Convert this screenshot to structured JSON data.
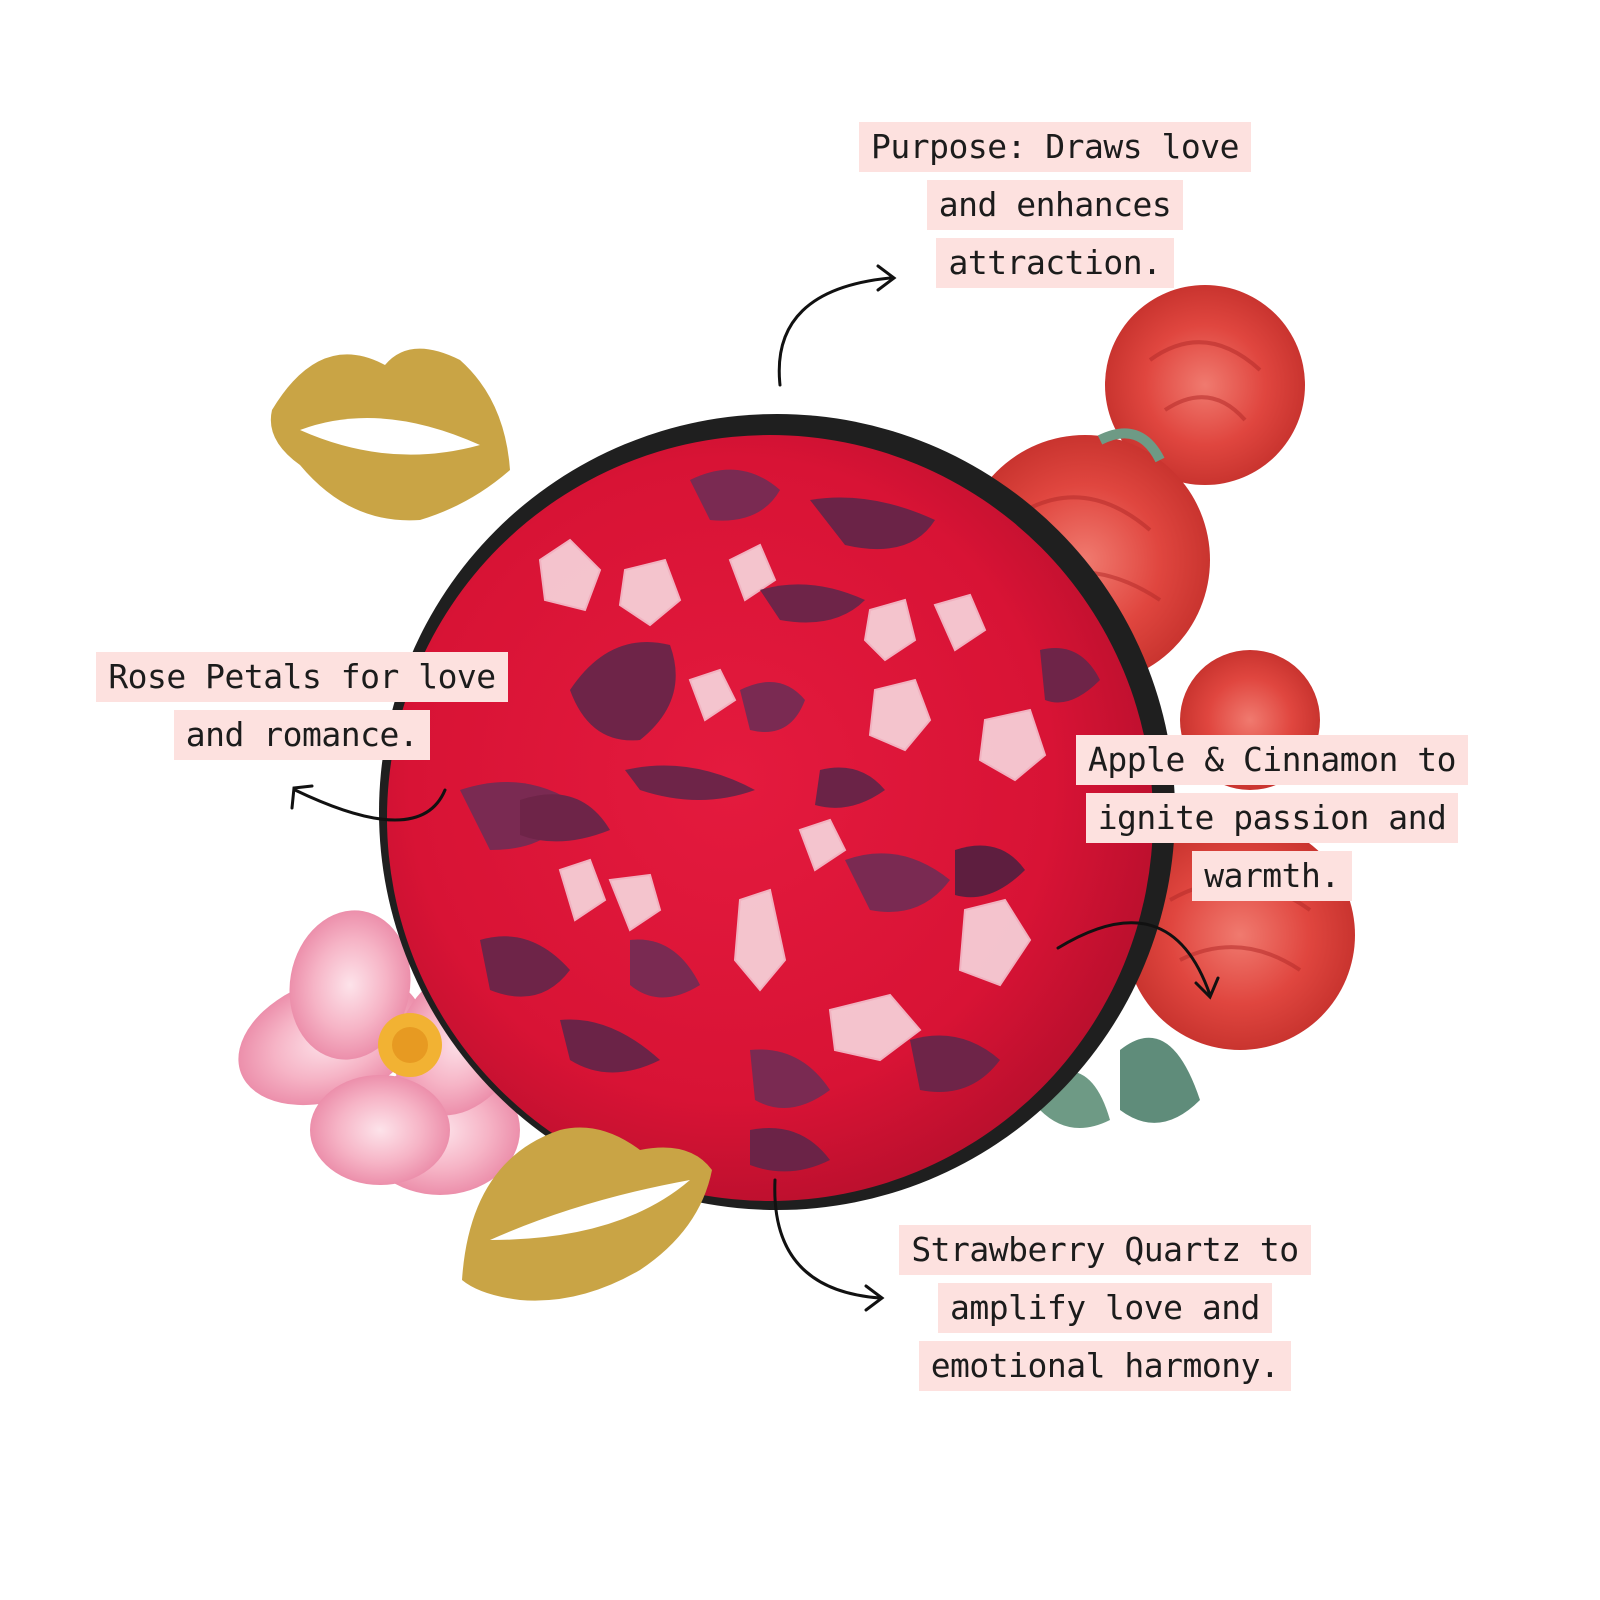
{
  "labels": {
    "purpose": [
      "Purpose: Draws love",
      "and enhances",
      "attraction."
    ],
    "rose_petals": [
      "Rose Petals for love",
      "and romance."
    ],
    "apple_cinnamon": [
      "Apple & Cinnamon to",
      "ignite passion and",
      "warmth."
    ],
    "strawberry_quartz": [
      "Strawberry Quartz to",
      "amplify love and",
      "emotional harmony."
    ]
  },
  "colors": {
    "label_background": "#fde1df",
    "wax": "#e0193c",
    "tin": "#1f1f1f",
    "gold_lips": "#c9a445",
    "roses": "#e0463f",
    "pink_flower": "#f3a9be",
    "petals": "#6e2448"
  },
  "icons": [
    "gold-lips-icon",
    "red-roses-illustration",
    "pink-flower-illustration",
    "curved-arrow-icon"
  ]
}
